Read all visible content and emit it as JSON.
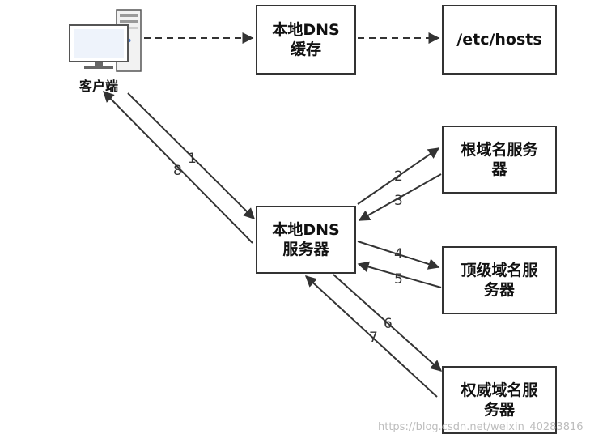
{
  "client": {
    "label": "客户端"
  },
  "boxes": {
    "local_cache": "本地DNS\n缓存",
    "hosts": "/etc/hosts",
    "local_server": "本地DNS\n服务器",
    "root": "根域名服务\n器",
    "tld": "顶级域名服\n务器",
    "auth": "权威域名服\n务器"
  },
  "steps": [
    "1",
    "2",
    "3",
    "4",
    "5",
    "6",
    "7",
    "8"
  ],
  "watermark": "https://blog.csdn.net/weixin_40283816",
  "colors": {
    "line": "#333333",
    "watermark": "#bdbdbd"
  }
}
